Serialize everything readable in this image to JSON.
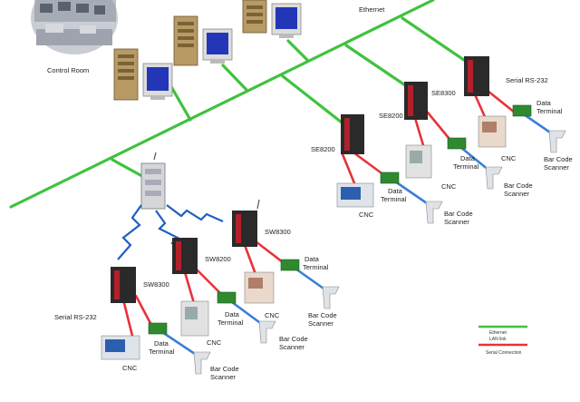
{
  "labels": {
    "control_room": "Control Room",
    "ethernet": "Ethernet",
    "serial_rs232": "Serial RS-232",
    "cnc": "CNC",
    "data_terminal_line1": "Data",
    "data_terminal_line2": "Terminal",
    "bar_code_line1": "Bar Code",
    "bar_code_line2": "Scanner",
    "server_ids": {
      "a": "SE8200",
      "b": "SE8200",
      "c": "SE8300",
      "d": "SW8300",
      "e": "SW8200",
      "f": "SW8300"
    }
  },
  "legend": {
    "ethernet": "Ethernet",
    "line2": "LAN link",
    "serial": "Serial Connection"
  },
  "colors": {
    "ethernet": "#3fc23f",
    "serial": "#e8323a",
    "scanner_link": "#3a7fd8",
    "wireless": "#1f5fbf",
    "server_body": "#2a2a2a",
    "server_front": "#b3202a",
    "tower": "#b89a64"
  }
}
